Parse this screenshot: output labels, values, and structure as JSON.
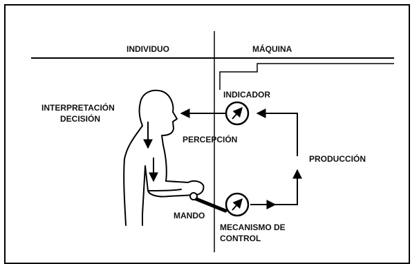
{
  "header": {
    "left": "INDIVIDUO",
    "right": "MÁQUINA"
  },
  "labels": {
    "interpretation_line1": "INTERPRETACIÓN",
    "interpretation_line2": "DECISIÓN",
    "indicator": "INDICADOR",
    "perception": "PERCEPCIÓN",
    "production": "PRODUCCIÓN",
    "command": "MANDO",
    "mechanism_line1": "MECANISMO DE",
    "mechanism_line2": "CONTROL"
  },
  "icons": [
    "person-silhouette-icon",
    "gauge-dial-icon",
    "arrow-icon"
  ],
  "colors": {
    "line": "#000000",
    "background": "#ffffff",
    "frame": "#000000"
  }
}
